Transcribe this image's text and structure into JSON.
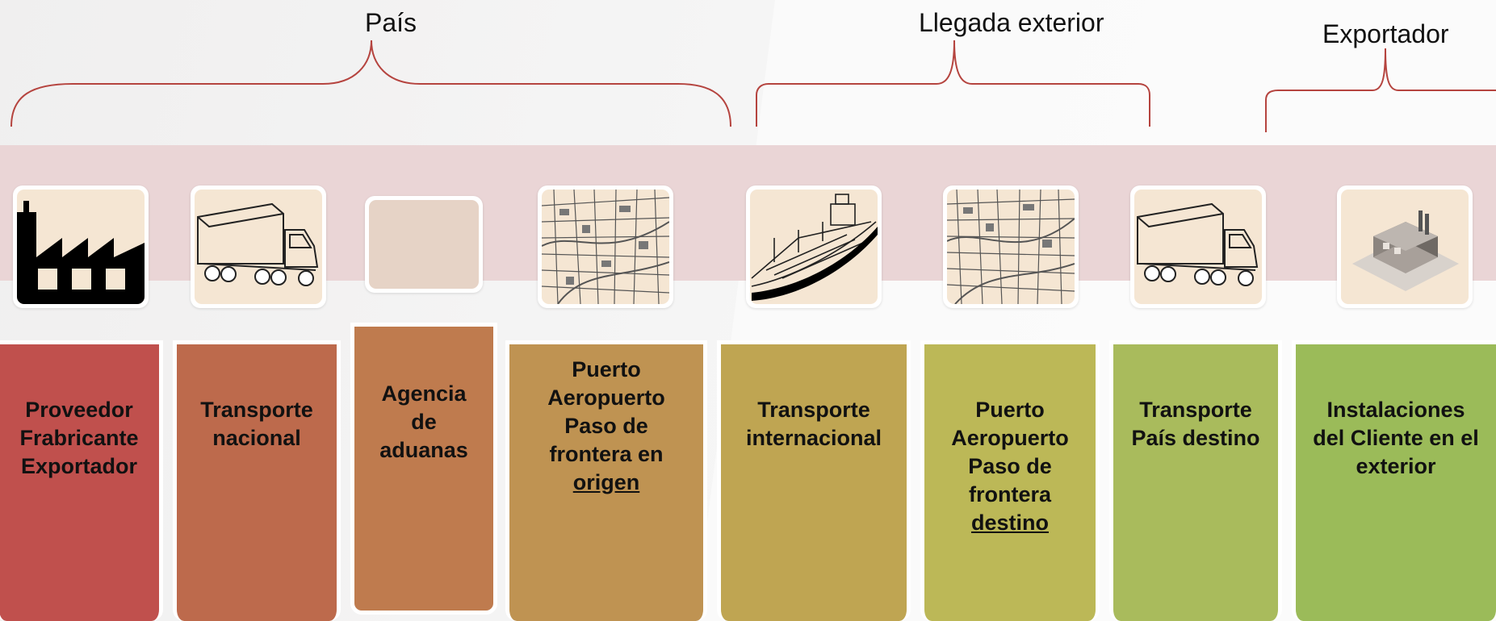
{
  "groups": [
    {
      "label": "País"
    },
    {
      "label": "Llegada exterior"
    },
    {
      "label": "Exportador"
    }
  ],
  "steps": [
    {
      "icon": "factory-icon",
      "lines": [
        "Proveedor",
        "Frabricante",
        "Exportador"
      ],
      "color": "#c0504d"
    },
    {
      "icon": "truck-icon",
      "lines": [
        "Transporte",
        "nacional"
      ],
      "color": "#bd6a4c"
    },
    {
      "icon": "blank-icon",
      "lines": [
        "Agencia",
        "de",
        "aduanas"
      ],
      "color": "#bf7b4e"
    },
    {
      "icon": "city-map-icon",
      "lines": [
        "Puerto",
        "Aeropuerto",
        "Paso de",
        "frontera en"
      ],
      "underline": "origen",
      "color": "#bf9352"
    },
    {
      "icon": "ship-icon",
      "lines": [
        "Transporte",
        "internacional"
      ],
      "color": "#bfa552"
    },
    {
      "icon": "city-map-icon",
      "lines": [
        "Puerto",
        "Aeropuerto",
        "Paso de",
        "frontera"
      ],
      "underline": "destino",
      "color": "#bcb857"
    },
    {
      "icon": "truck-icon",
      "lines": [
        "Transporte",
        "País destino"
      ],
      "color": "#a9bb5c"
    },
    {
      "icon": "building-icon",
      "lines": [
        "Instalaciones",
        "del Cliente en el",
        "exterior"
      ],
      "color": "#9bbb59"
    }
  ]
}
